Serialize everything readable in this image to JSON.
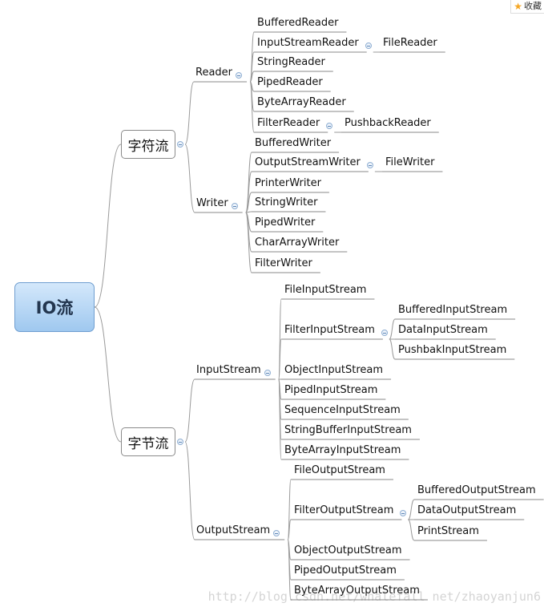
{
  "badge": {
    "icon": "star-icon",
    "label": "收藏"
  },
  "watermark": "http://blog.csdn.net/whalefall   net/zhaoyanjun6",
  "colors": {
    "root_fill": "#a9cff2",
    "line": "#9a9a9a",
    "text": "#111111"
  },
  "tree": {
    "label": "IO流",
    "children": [
      {
        "label": "字符流",
        "children": [
          {
            "label": "Reader",
            "children": [
              {
                "label": "BufferedReader"
              },
              {
                "label": "InputStreamReader",
                "children": [
                  {
                    "label": "FileReader"
                  }
                ]
              },
              {
                "label": "StringReader"
              },
              {
                "label": "PipedReader"
              },
              {
                "label": "ByteArrayReader"
              },
              {
                "label": "FilterReader",
                "children": [
                  {
                    "label": "PushbackReader"
                  }
                ]
              }
            ]
          },
          {
            "label": "Writer",
            "children": [
              {
                "label": "BufferedWriter"
              },
              {
                "label": "OutputStreamWriter",
                "children": [
                  {
                    "label": "FileWriter"
                  }
                ]
              },
              {
                "label": "PrinterWriter"
              },
              {
                "label": "StringWriter"
              },
              {
                "label": "PipedWriter"
              },
              {
                "label": "CharArrayWriter"
              },
              {
                "label": "FilterWriter"
              }
            ]
          }
        ]
      },
      {
        "label": "字节流",
        "children": [
          {
            "label": "InputStream",
            "children": [
              {
                "label": "FileInputStream"
              },
              {
                "label": "FilterInputStream",
                "children": [
                  {
                    "label": "BufferedInputStream"
                  },
                  {
                    "label": "DataInputStream"
                  },
                  {
                    "label": "PushbakInputStream"
                  }
                ]
              },
              {
                "label": "ObjectInputStream"
              },
              {
                "label": "PipedInputStream"
              },
              {
                "label": "SequenceInputStream"
              },
              {
                "label": "StringBufferInputStream"
              },
              {
                "label": "ByteArrayInputStream"
              }
            ]
          },
          {
            "label": "OutputStream",
            "children": [
              {
                "label": "FileOutputStream"
              },
              {
                "label": "FilterOutputStream",
                "children": [
                  {
                    "label": "BufferedOutputStream"
                  },
                  {
                    "label": "DataOutputStream"
                  },
                  {
                    "label": "PrintStream"
                  }
                ]
              },
              {
                "label": "ObjectOutputStream"
              },
              {
                "label": "PipedOutputStream"
              },
              {
                "label": "ByteArrayOutputStream"
              }
            ]
          }
        ]
      }
    ]
  }
}
